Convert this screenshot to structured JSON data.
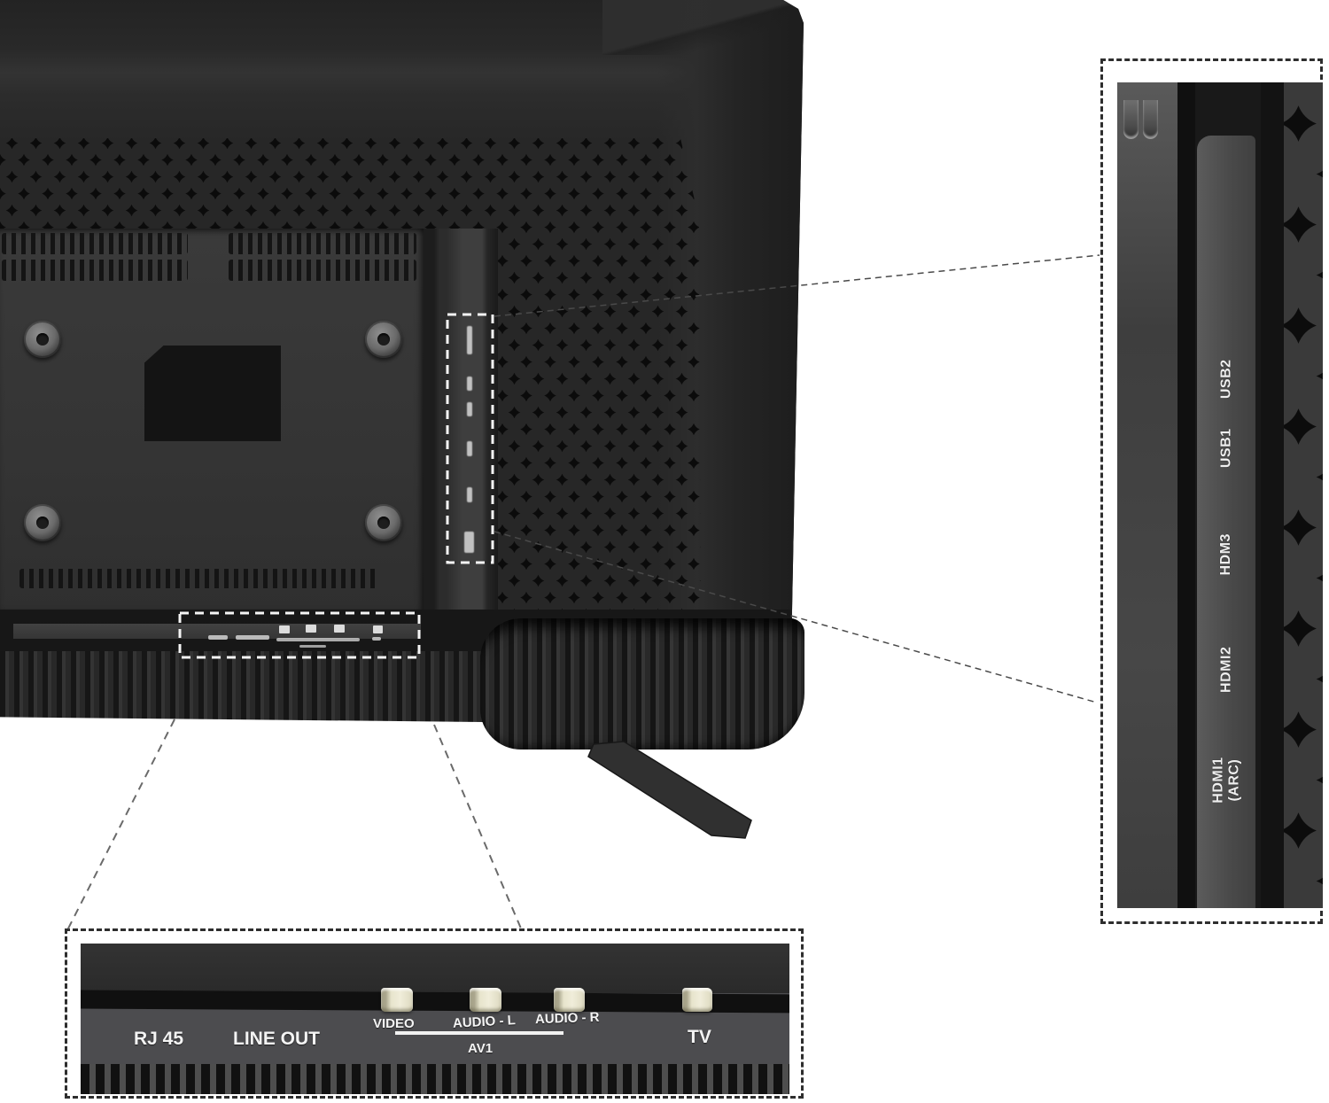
{
  "diagram": {
    "title": "tv-rear-ports-diagram",
    "side_callout": {
      "ports": [
        {
          "label": "USB2"
        },
        {
          "label": "USB1"
        },
        {
          "label": "HDM3"
        },
        {
          "label": "HDMI2"
        },
        {
          "label": "HDMI1",
          "sub": "(ARC)"
        }
      ]
    },
    "bottom_callout": {
      "rj45": "RJ 45",
      "line_out": "LINE OUT",
      "video": "VIDEO",
      "audio_l": "AUDIO - L",
      "audio_r": "AUDIO - R",
      "av1": "AV1",
      "tv": "TV"
    },
    "colors": {
      "tv_body": "#272727",
      "perforation": "#0b0b0b",
      "panel": "#363636",
      "label_text": "#f2f2f2",
      "connector_cream": "#e9e6cf",
      "callout_border": "#2e2e2e",
      "highlight_box": "#f5f5f5"
    }
  }
}
